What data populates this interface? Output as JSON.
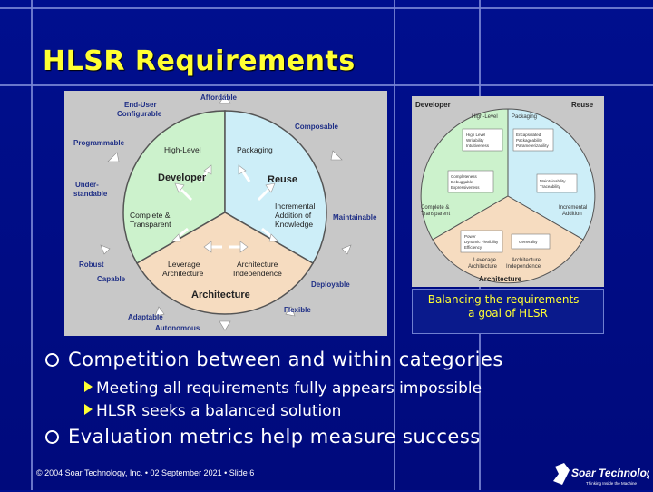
{
  "slide": {
    "title": "HLSR Requirements",
    "caption_line1": "Balancing the requirements –",
    "caption_line2": "a goal of HLSR",
    "bullets": [
      {
        "text": "Competition between and within categories",
        "sub": [
          "Meeting all requirements fully appears impossible",
          "HLSR seeks a balanced solution"
        ]
      },
      {
        "text": "Evaluation metrics help measure success",
        "sub": []
      }
    ],
    "footer": "© 2004 Soar Technology, Inc. • 02 September 2021 • Slide 6",
    "logo_text": "Soar Technology",
    "logo_tagline": "Thinking Inside the Machine"
  },
  "main_figure": {
    "sectors": {
      "developer": "Developer",
      "reuse": "Reuse",
      "architecture": "Architecture"
    },
    "inner_labels": {
      "high_level": "High-Level",
      "packaging": "Packaging",
      "complete_line1": "Complete &",
      "complete_line2": "Transparent",
      "incremental_line1": "Incremental",
      "incremental_line2": "Addition of",
      "incremental_line3": "Knowledge",
      "leverage_line1": "Leverage",
      "leverage_line2": "Architecture",
      "independence_line1": "Architecture",
      "independence_line2": "Independence"
    },
    "outer_labels": {
      "affordable": "Affordable",
      "enduser_line1": "End-User",
      "enduser_line2": "Configurable",
      "programmable": "Programmable",
      "understand_line1": "Under-",
      "understand_line2": "standable",
      "composable": "Composable",
      "maintainable": "Maintainable",
      "robust": "Robust",
      "capable": "Capable",
      "deployable": "Deployable",
      "flexible": "Flexible",
      "adaptable": "Adaptable",
      "autonomous": "Autonomous"
    },
    "colors": {
      "developer": "#ccf2cc",
      "reuse": "#cdeef8",
      "architecture": "#f6dcc0",
      "outline": "#555555",
      "label": "#1f2f86"
    }
  },
  "small_figure": {
    "developer": "Developer",
    "reuse": "Reuse",
    "architecture": "Architecture",
    "high_level": "High-Level",
    "packaging": "Packaging",
    "dev_box_line1": "High Level",
    "dev_box_line2": "Writability",
    "dev_box_line3": "Intuitiveness",
    "reuse_box_line1": "Encapsulated",
    "reuse_box_line2": "Packageability",
    "reuse_box_line3": "Parameterizability",
    "dev_box2_line1": "Completeness",
    "dev_box2_line2": "Debuggable",
    "dev_box2_line3": "Expressiveness",
    "reuse_box2_line1": "Maintainability",
    "reuse_box2_line2": "Traceability",
    "complete_line1": "Complete &",
    "complete_line2": "Transparent",
    "incremental_line1": "Incremental",
    "incremental_line2": "Addition",
    "arch_box_line1": "Power",
    "arch_box_line2": "Dynamic Flexibility",
    "arch_box_line3": "Efficiency",
    "generality": "Generality",
    "leverage_line1": "Leverage",
    "leverage_line2": "Architecture",
    "independence_line1": "Architecture",
    "independence_line2": "Independence"
  }
}
